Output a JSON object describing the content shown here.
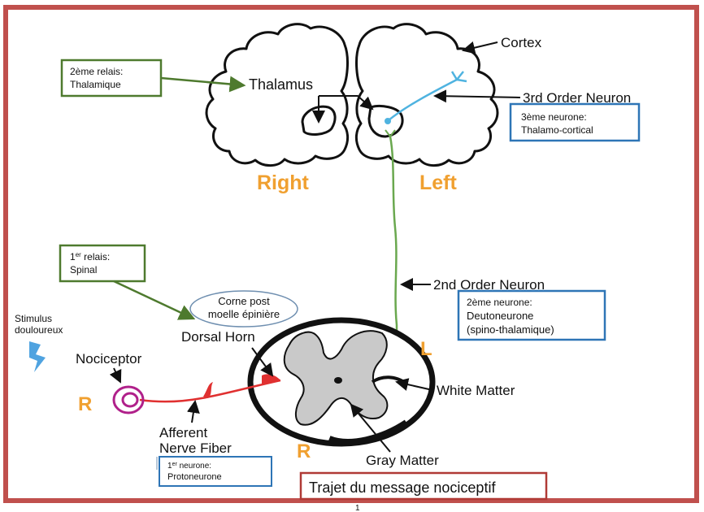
{
  "labels": {
    "cortex": "Cortex",
    "thalamus": "Thalamus",
    "third_order": "3rd Order Neuron",
    "right": "Right",
    "left": "Left",
    "second_order": "2nd Order Neuron",
    "corne_line1": "Corne post",
    "corne_line2": "moelle épinière",
    "stimulus_line1": "Stimulus",
    "stimulus_line2": "douloureux",
    "dorsal_horn": "Dorsal Horn",
    "nociceptor": "Nociceptor",
    "r_spine": "R",
    "r_bottom": "R",
    "l_spine": "L",
    "white_matter": "White Matter",
    "afferent_line1": "Afferent",
    "afferent_line2": "Nerve Fiber",
    "gray_matter": "Gray Matter",
    "page_mark": "1"
  },
  "boxes": {
    "relais2_line1": "2ème relais:",
    "relais2_line2": "Thalamique",
    "neurone3_line1": "3ème neurone:",
    "neurone3_line2": "Thalamo-cortical",
    "relais1_sup": "er",
    "relais1_rest": " relais:",
    "relais1_line2": "Spinal",
    "relais1_num": "1",
    "neurone2_line1": "2ème neurone:",
    "neurone2_line2": "Deutoneurone",
    "neurone2_line3": "(spino-thalamique)",
    "neurone1_num": "1",
    "neurone1_sup": "er",
    "neurone1_rest": " neurone:",
    "neurone1_line2": "Protoneurone"
  },
  "caption": "Trajet du message nociceptif",
  "colors": {
    "frame": "#c0504d",
    "green_box": "#4e7a2e",
    "blue_box": "#2e75b6",
    "orange_label": "#f0a030",
    "neuron_red": "#e03030",
    "neuron_green": "#6aa84f",
    "neuron_blue": "#4fb3e0",
    "nociceptor": "#b0208a"
  },
  "icons": {
    "stimulus": "lightning-bolt-icon"
  }
}
